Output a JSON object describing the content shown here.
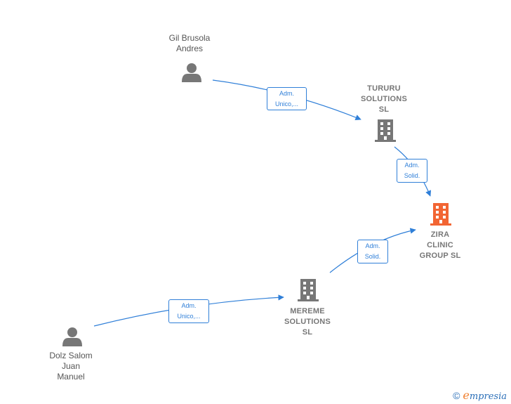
{
  "colors": {
    "edge": "#2f7fd8",
    "person_icon": "#777777",
    "company_icon": "#777777",
    "focus_company_icon": "#f26533"
  },
  "nodes": {
    "gil_brusola": {
      "label": "Gil Brusola\nAndres",
      "icon": "person-icon"
    },
    "tururu": {
      "label": "TURURU\nSOLUTIONS\nSL",
      "icon": "building-icon"
    },
    "zira": {
      "label": "ZIRA\nCLINIC\nGROUP  SL",
      "icon": "building-icon"
    },
    "mereme": {
      "label": "MEREME\nSOLUTIONS\nSL",
      "icon": "building-icon"
    },
    "dolz_salom": {
      "label": "Dolz Salom\nJuan\nManuel",
      "icon": "person-icon"
    }
  },
  "relations": {
    "gil_to_tururu": "Adm.\nUnico,...",
    "tururu_to_zira": "Adm.\nSolid.",
    "mereme_to_zira": "Adm.\nSolid.",
    "dolz_to_mereme": "Adm.\nUnico,..."
  },
  "footer": {
    "copyright_symbol": "©",
    "brand_initial": "e",
    "brand_rest": "mpresia"
  }
}
